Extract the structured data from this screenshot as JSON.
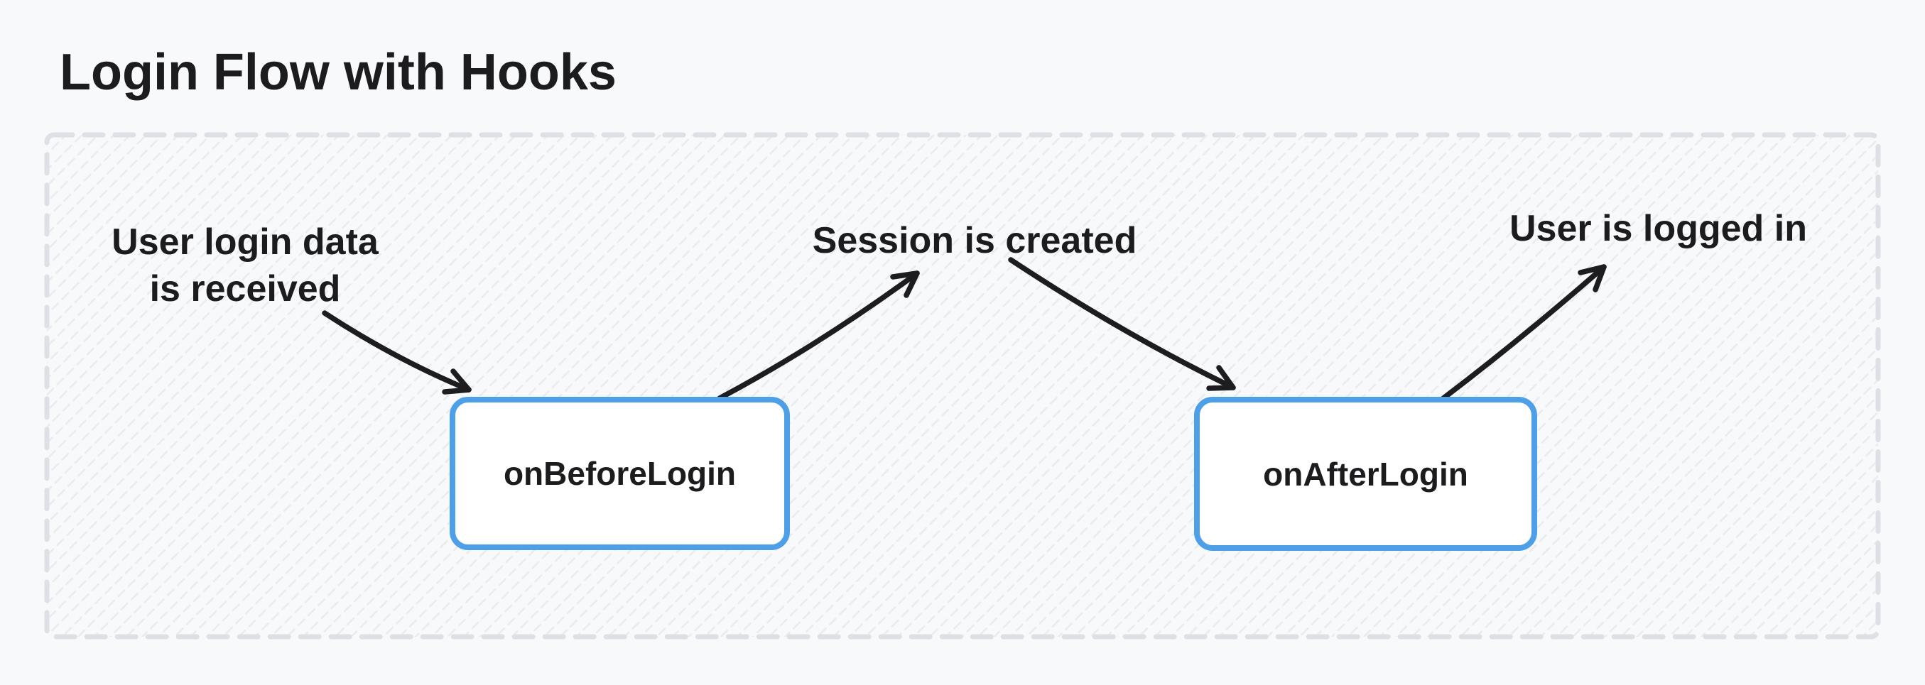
{
  "title": "Login Flow with Hooks",
  "nodes": [
    {
      "id": "onBeforeLogin",
      "label": "onBeforeLogin"
    },
    {
      "id": "onAfterLogin",
      "label": "onAfterLogin"
    }
  ],
  "annotations": [
    {
      "id": "user-login-data",
      "lines": [
        "User login data",
        "is received"
      ]
    },
    {
      "id": "session-created",
      "lines": [
        "Session is created"
      ]
    },
    {
      "id": "user-logged-in",
      "lines": [
        "User is logged in"
      ]
    }
  ],
  "colors": {
    "background": "#f8f9fa",
    "text": "#1c1c1f",
    "node_border": "#4d9fe8",
    "node_fill": "#ffffff",
    "frame_dash": "#dde0e5",
    "hatch": "#e9ebef",
    "arrow": "#1d1d20"
  }
}
